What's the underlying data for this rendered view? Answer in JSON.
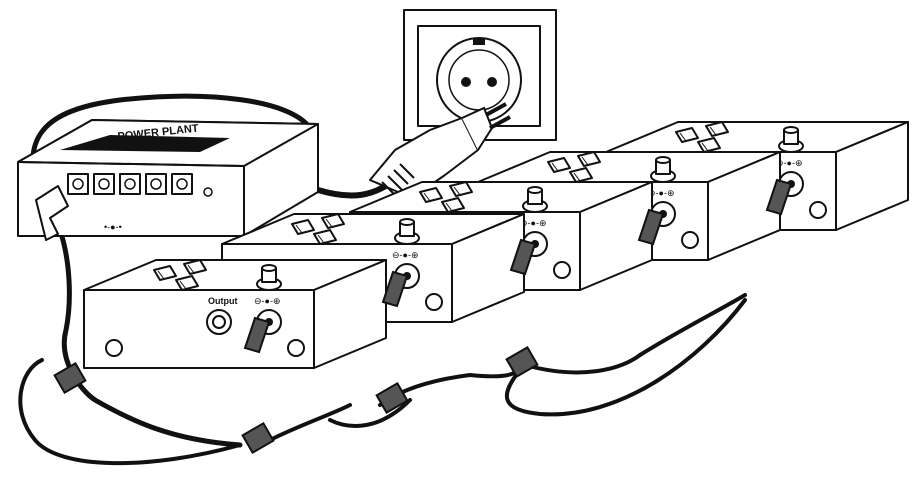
{
  "diagram": {
    "power_supply": {
      "logo_text": "POWER PLANT",
      "outputs": 5
    },
    "pedals": {
      "count": 5,
      "output_label": "Output"
    },
    "colors": {
      "line": "#111111",
      "fill": "#ffffff",
      "cable": "#111111",
      "connector": "#555555"
    }
  }
}
